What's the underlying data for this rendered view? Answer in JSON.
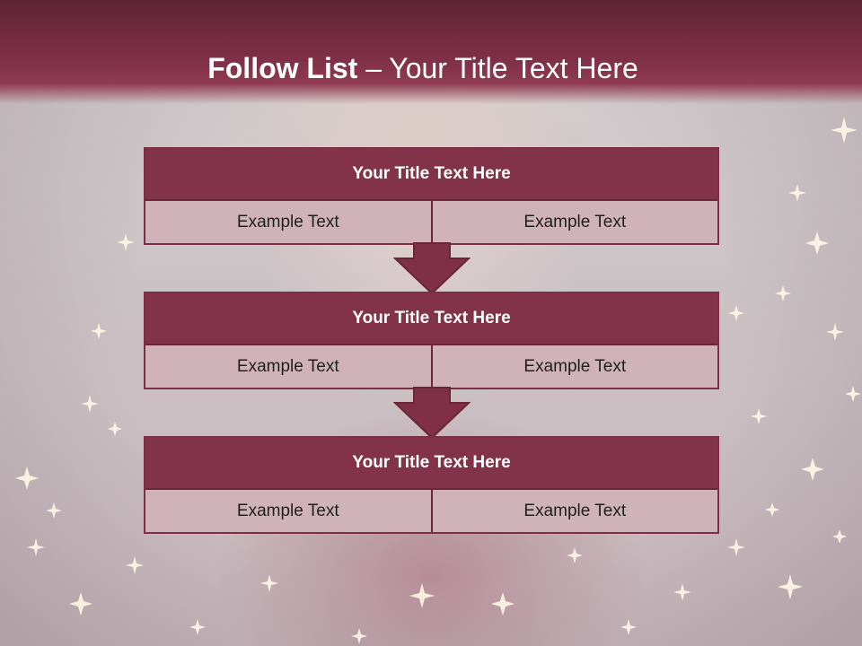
{
  "slide": {
    "title_bold": "Follow List",
    "title_rest": " – Your Title Text Here",
    "colors": {
      "accent": "#7f3046",
      "header": "#7d2f45",
      "cell": "#d7bec4"
    }
  },
  "steps": [
    {
      "title": "Your Title Text Here",
      "left": "Example Text",
      "right": "Example Text"
    },
    {
      "title": "Your Title Text Here",
      "left": "Example Text",
      "right": "Example Text"
    },
    {
      "title": "Your Title Text Here",
      "left": "Example Text",
      "right": "Example Text"
    }
  ]
}
